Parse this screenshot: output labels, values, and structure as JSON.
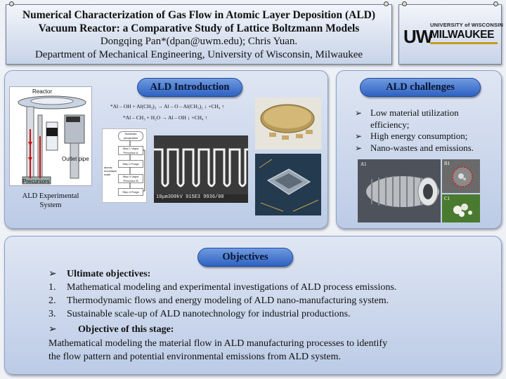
{
  "header": {
    "title_line1": "Numerical Characterization of Gas Flow in Atomic Layer Deposition (ALD)",
    "title_line2": "Vacuum Reactor: a Comparative Study of Lattice Boltzmann Models",
    "authors": "Dongqing Pan*(dpan@uwm.edu); Chris Yuan.",
    "department": "Department of Mechanical Engineering, University of Wisconsin, Milwaukee"
  },
  "logo": {
    "line_top": "UNIVERSITY of WISCONSIN",
    "uw": "UW",
    "city": "MILWAUKEE"
  },
  "intro": {
    "heading": "ALD Introduction",
    "reactor_label": "Reactor",
    "outlet_label": "Outlet pipe",
    "precursors_label": "Precursors",
    "caption_line1": "ALD Experimental",
    "caption_line2": "System",
    "equation1": "*Al – OH + Al(CH₃)₃ → Al – O – Al(CH₃)₂ ↓ +CH₄ ↑",
    "equation2": "*Al – CH₃ + H₂O → Al – OH ↓ +CH₄ ↑",
    "sem_caption": "10μm300kV 915E3 9936/00",
    "flow_steps": [
      "Substrate preparation",
      "Step 1 Vapor Precursor A",
      "Step 2 Purge",
      "Step 3 Vapor Precursor B",
      "Step 4 Purge"
    ],
    "flow_side": "atomic monolayer scale"
  },
  "challenges": {
    "heading": "ALD challenges",
    "items": [
      {
        "line1": "Low material utilization",
        "line2": "efficiency;"
      },
      {
        "line1": "High energy consumption;",
        "line2": ""
      },
      {
        "line1": "Nano-wastes and emissions.",
        "line2": ""
      }
    ],
    "photo_labels": [
      "A1",
      "B1",
      "C1"
    ]
  },
  "objectives": {
    "heading": "Objectives",
    "ultimate_heading": "Ultimate objectives:",
    "ultimate_items": [
      {
        "num": "1.",
        "text": "Mathematical modeling and experimental investigations of ALD process emissions."
      },
      {
        "num": "2.",
        "text": "Thermodynamic flows and energy modeling of ALD nano-manufacturing system."
      },
      {
        "num": "3.",
        "text": "Sustainable scale-up of ALD nanotechnology for industrial productions."
      }
    ],
    "stage_heading": "Objective of this stage:",
    "stage_line1": "Mathematical modeling the material flow in ALD manufacturing processes to identify",
    "stage_line2": "the flow pattern and potential environmental emissions from ALD system."
  },
  "colors": {
    "pill": "#2f62c2",
    "panel": "#bccbe6",
    "uwm_gold": "#c89b1e"
  }
}
